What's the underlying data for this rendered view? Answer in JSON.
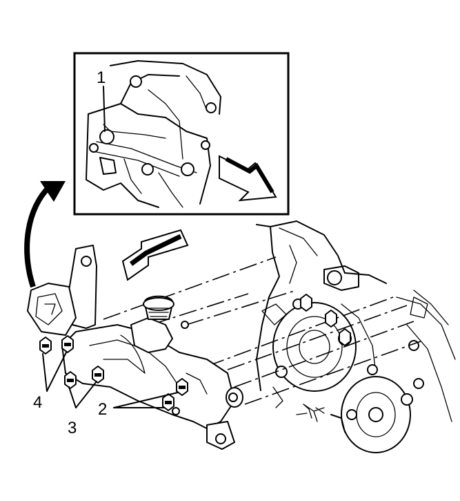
{
  "callouts": {
    "c1": "1",
    "c2": "2",
    "c3": "3",
    "c4": "4"
  },
  "icons": [
    "direction-arrow-icon",
    "curved-arrow-icon",
    "bolt-icon"
  ],
  "colors": {
    "line": "#000000",
    "background": "#ffffff"
  }
}
